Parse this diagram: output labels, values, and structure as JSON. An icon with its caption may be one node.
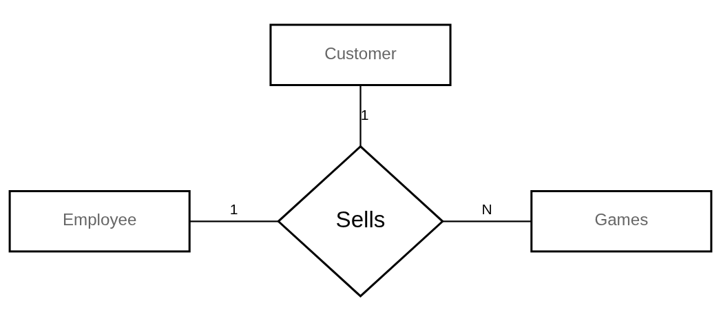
{
  "diagram": {
    "nodes": [
      {
        "text": [
          "Customer"
        ]
      },
      {
        "text": [
          "Employee"
        ]
      },
      {
        "text": [
          "Sells"
        ]
      },
      {
        "text": [
          "Games"
        ]
      }
    ],
    "edges": [
      {
        "from": 0,
        "to": 2,
        "arrow": "none",
        "label": "1"
      },
      {
        "from": 1,
        "to": 2,
        "arrow": "none",
        "label": "1"
      },
      {
        "from": 2,
        "to": 3,
        "arrow": "none",
        "label": "N"
      }
    ]
  }
}
